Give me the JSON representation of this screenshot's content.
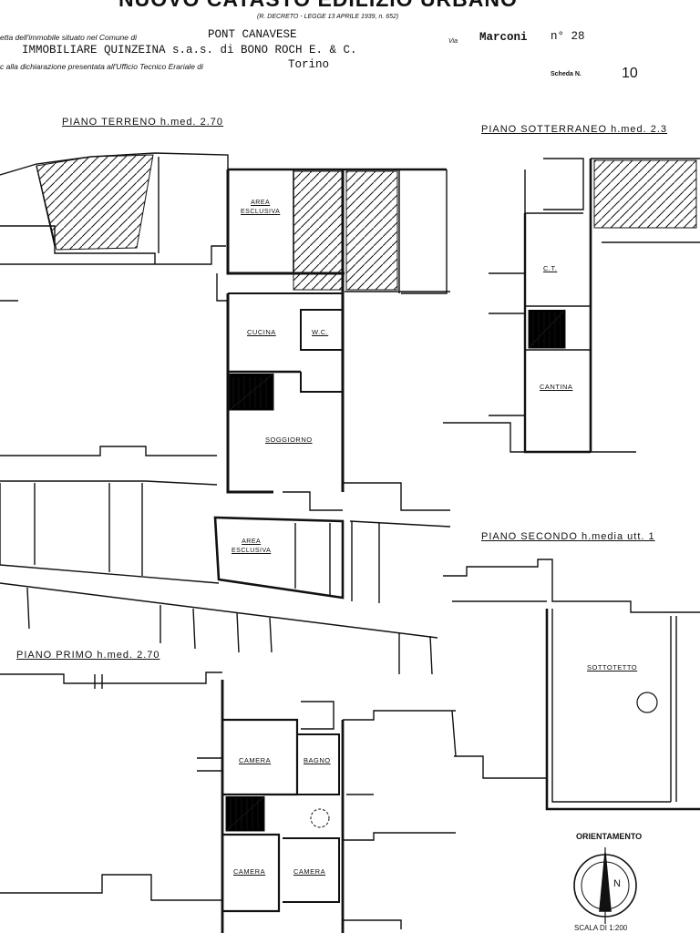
{
  "header": {
    "title": "NUOVO CATASTO EDILIZIO URBANO",
    "decree": "(R. DECRETO - LEGGE 13 APRILE 1939, n. 652)",
    "line1_prefix": "etta dell'immobile situato nel Comune di",
    "comune": "PONT CANAVESE",
    "via_label": "Via",
    "via": "Marconi",
    "civic": "n° 28",
    "ditta": "IMMOBILIARE QUINZEINA s.a.s. di BONO ROCH E. & C.",
    "line3_prefix": "c alla dichiarazione presentata all'Ufficio Tecnico Erariale di",
    "office": "Torino",
    "scheda_label": "Scheda N.",
    "scheda_number": "10"
  },
  "floors": {
    "terreno": "PIANO TERRENO h.med. 2.70",
    "sotterraneo": "PIANO SOTTERRANEO h.med. 2.3",
    "primo": "PIANO PRIMO h.med. 2.70",
    "secondo": "PIANO SECONDO h.media utt. 1"
  },
  "rooms": {
    "area_esclusiva_top": [
      "AREA",
      "ESCLUSIVA"
    ],
    "cucina": "CUCINA",
    "wc": "W.C.",
    "soggiorno": "SOGGIORNO",
    "area_esclusiva_bottom": [
      "AREA",
      "ESCLUSIVA"
    ],
    "ct": "C.T.",
    "cantina": "CANTINA",
    "sottotetto": "SOTTOTETTO",
    "camera_1": "CAMERA",
    "bagno": "BAGNO",
    "camera_2": "CAMERA",
    "camera_3": "CAMERA"
  },
  "orientation": {
    "label": "ORIENTAMENTO",
    "north": "N",
    "scale": "SCALA DI 1:200"
  }
}
